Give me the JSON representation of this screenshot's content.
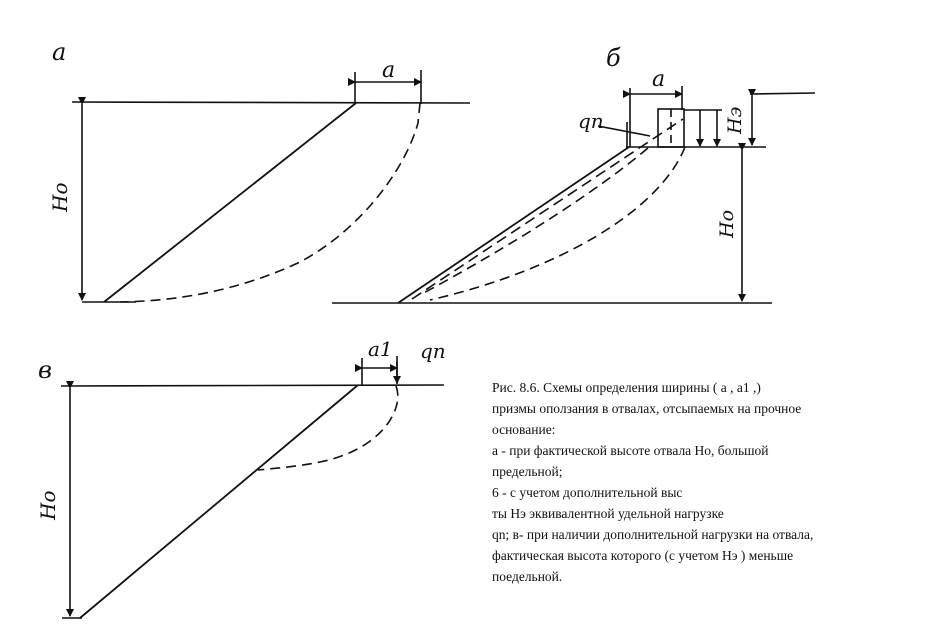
{
  "panels": [
    {
      "id": "a",
      "letter": "a",
      "labels": {
        "width": "a",
        "height": "Hо"
      }
    },
    {
      "id": "b",
      "letter": "б",
      "labels": {
        "width": "a",
        "load": "qп",
        "equiv_height": "Hэ",
        "height": "Hо"
      }
    },
    {
      "id": "v",
      "letter": "в",
      "labels": {
        "width": "a1",
        "load": "qп",
        "height": "Hо"
      }
    }
  ],
  "caption": {
    "lines": [
      "Рис. 8.6. Схемы определения ширины ( а  , а1 ,)",
      "призмы  оползания в отвалах, отсыпаемых на прочное",
      "основание:",
      "а - при фактической высоте отвала Но, большой",
      "предельной;",
      "6 - с учетом дополнительной выс",
      "ты Нэ эквивалентной удельной нагрузке",
      "qn; в- при наличии дополнительной нагрузки на отвала,",
      "фактическая высота которого (с учетом Нэ ) меньше",
      "поедельной."
    ]
  },
  "colors": {
    "ink": "#111111",
    "background": "#ffffff"
  }
}
